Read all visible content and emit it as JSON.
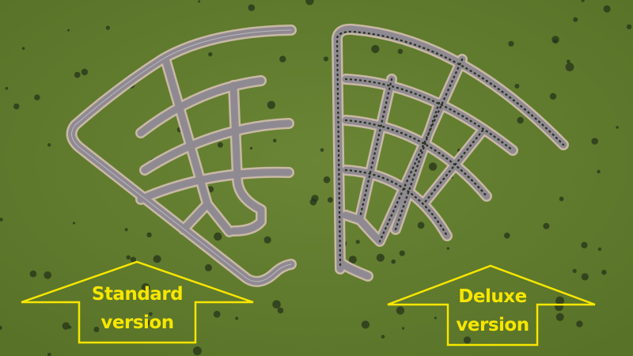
{
  "standard": {
    "line1": "Standard",
    "line2": "version"
  },
  "deluxe": {
    "line1": "Deluxe",
    "line2": "version"
  },
  "colors": {
    "grass": "#5f7a2e",
    "road": "#8f8a92",
    "road_edge": "#c9b9a4",
    "arrow": "#f7e600",
    "tree": "#26331a"
  }
}
